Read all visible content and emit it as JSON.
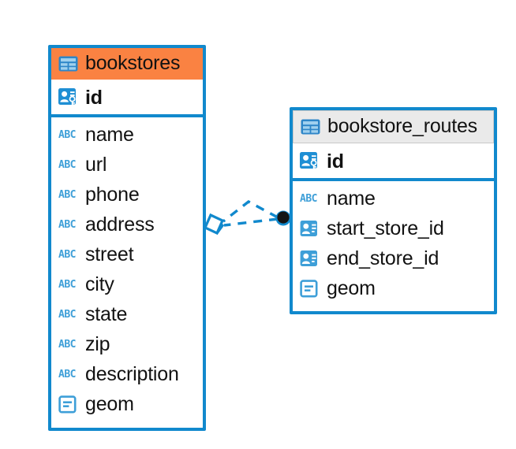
{
  "diagram": {
    "type": "entity-relationship-diagram",
    "background": "#ffffff",
    "colors": {
      "entity_border": "#1189cd",
      "header_accent": "#fa8242",
      "header_neutral": "#eaeaea",
      "icon_blue": "#3e9fd8",
      "connector": "#1189cd",
      "text": "#121212"
    },
    "entities": [
      {
        "name": "bookstores",
        "header_style": "accent",
        "table_icon": "table-icon",
        "primary_key": {
          "label": "id",
          "icon": "primary-key-icon"
        },
        "fields": [
          {
            "label": "name",
            "icon": "abc-text-icon",
            "type_glyph": "ABC"
          },
          {
            "label": "url",
            "icon": "abc-text-icon",
            "type_glyph": "ABC"
          },
          {
            "label": "phone",
            "icon": "abc-text-icon",
            "type_glyph": "ABC"
          },
          {
            "label": "address",
            "icon": "abc-text-icon",
            "type_glyph": "ABC"
          },
          {
            "label": "street",
            "icon": "abc-text-icon",
            "type_glyph": "ABC"
          },
          {
            "label": "city",
            "icon": "abc-text-icon",
            "type_glyph": "ABC"
          },
          {
            "label": "state",
            "icon": "abc-text-icon",
            "type_glyph": "ABC"
          },
          {
            "label": "zip",
            "icon": "abc-text-icon",
            "type_glyph": "ABC"
          },
          {
            "label": "description",
            "icon": "abc-text-icon",
            "type_glyph": "ABC"
          },
          {
            "label": "geom",
            "icon": "geometry-icon",
            "type_glyph": ""
          }
        ]
      },
      {
        "name": "bookstore_routes",
        "header_style": "neutral",
        "table_icon": "table-icon",
        "primary_key": {
          "label": "id",
          "icon": "primary-key-icon"
        },
        "fields": [
          {
            "label": "name",
            "icon": "abc-text-icon",
            "type_glyph": "ABC"
          },
          {
            "label": "start_store_id",
            "icon": "foreign-key-icon",
            "type_glyph": ""
          },
          {
            "label": "end_store_id",
            "icon": "foreign-key-icon",
            "type_glyph": ""
          },
          {
            "label": "geom",
            "icon": "geometry-icon",
            "type_glyph": ""
          }
        ]
      }
    ],
    "relationships": [
      {
        "from_entity": "bookstore_routes",
        "from_field": "start_store_id",
        "to_entity": "bookstores",
        "to_field": "id",
        "line_style": "dashed",
        "source_marker": "filled-circle",
        "target_marker": "diamond"
      },
      {
        "from_entity": "bookstore_routes",
        "from_field": "end_store_id",
        "to_entity": "bookstores",
        "to_field": "id",
        "line_style": "dashed",
        "source_marker": "filled-circle",
        "target_marker": "diamond"
      }
    ]
  }
}
